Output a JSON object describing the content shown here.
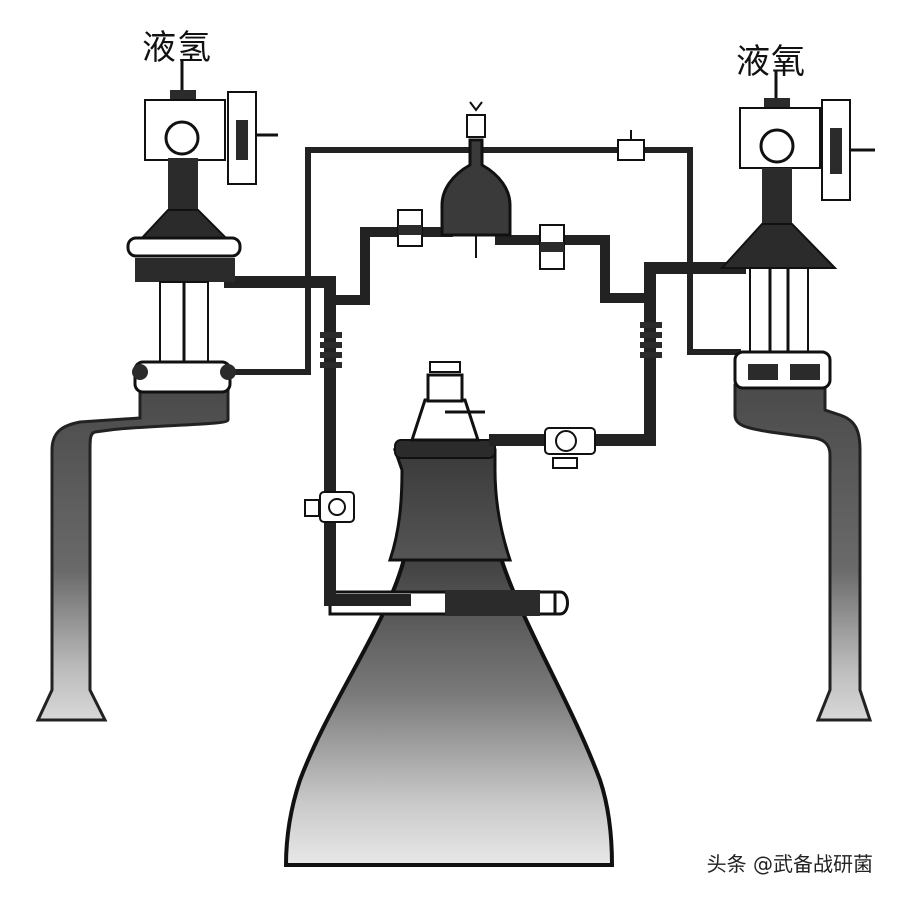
{
  "labels": {
    "left_tank": "液氢",
    "right_tank": "液氧"
  },
  "watermark": "头条 @武备战研菌"
}
